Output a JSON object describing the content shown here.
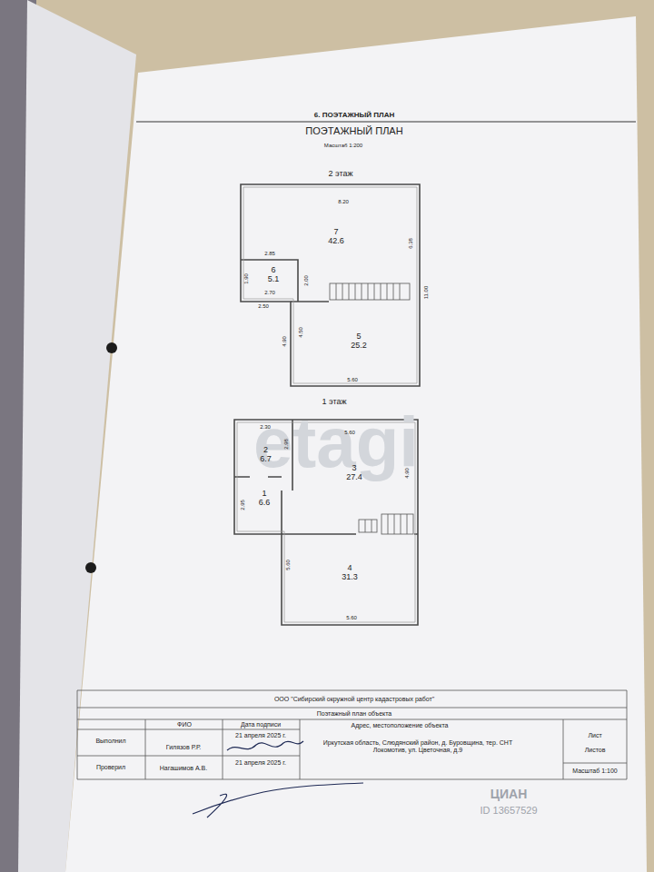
{
  "diagram": {
    "title": "ПОЭТАЖНЫЙ ПЛАН",
    "nodes": [
      {
        "text": [
          "7",
          "42.6"
        ]
      },
      {
        "text": [
          "6",
          "5.1"
        ]
      },
      {
        "text": [
          "5",
          "25.2"
        ]
      },
      {
        "text": [
          "2",
          "6.7"
        ]
      },
      {
        "text": [
          "3",
          "27.4"
        ]
      },
      {
        "text": [
          "1",
          "6.6"
        ]
      },
      {
        "text": [
          "4",
          "31.3"
        ]
      }
    ],
    "labels": [
      "6. ПОЭТАЖНЫЙ ПЛАН",
      "Масштаб 1:200",
      "2 этаж",
      "8.20",
      "6.38",
      "2.85",
      "1.90",
      "2.70",
      "2.00",
      "11.00",
      "2.50",
      "4.90",
      "4.50",
      "5.60",
      "1 этаж",
      "2.30",
      "5.60",
      "2.98",
      "4.90",
      "2.95",
      "5.60",
      "5.60",
      "ООО \"Сибирский окружной центр кадастровых работ\"",
      "Поэтажный план объекта",
      "ФИО",
      "Дата подписи",
      "Выполнил",
      "Гилязов Р.Р.",
      "21 апреля 2025 г.",
      "Адрес, местоположение объекта",
      "Иркутская область, Слюдянский район, д. Буровщина, тер. СНТ Локомотив, ул. Цветочная, д.9",
      "Лист",
      "Листов",
      "Проверил",
      "Нагашимов А.В.",
      "21 апреля 2025 г.",
      "Масштаб 1:100",
      "etagi",
      "ЦИАН",
      "ID 13657529"
    ]
  }
}
